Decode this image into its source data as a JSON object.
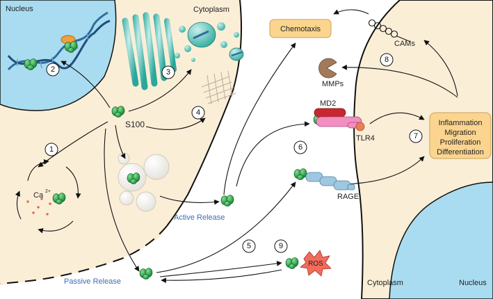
{
  "regions": {
    "nucleus_left": "Nucleus",
    "cytoplasm_left": "Cytoplasm",
    "cytoplasm_right": "Cytoplasm",
    "nucleus_right": "Nucleus"
  },
  "labels": {
    "s100": "S100",
    "ca": "Ca",
    "ca_charge": "2+",
    "active_release": "Active Release",
    "passive_release": "Passive Release",
    "chemotaxis": "Chemotaxis",
    "cams": "CAMs",
    "mmps": "MMPs",
    "md2": "MD2",
    "tlr4": "TLR4",
    "rage": "RAGE",
    "ros": "ROS"
  },
  "outcomes": [
    "Inflammation",
    "Migration",
    "Proliferation",
    "Differentiation"
  ],
  "steps": [
    "1",
    "2",
    "3",
    "4",
    "5",
    "6",
    "7",
    "8",
    "9"
  ],
  "colors": {
    "nucleus": "#a9dcf0",
    "cytoplasm": "#fbeed7",
    "s100_green": "#1a9a3c",
    "outcome_box": "#fbd58f",
    "active_text": "#3a6fb5",
    "tlr4_pink": "#f28fc0",
    "md2_red": "#c8272e",
    "rage_blue": "#9ec8e0",
    "ros_burst": "#f26b5b"
  }
}
